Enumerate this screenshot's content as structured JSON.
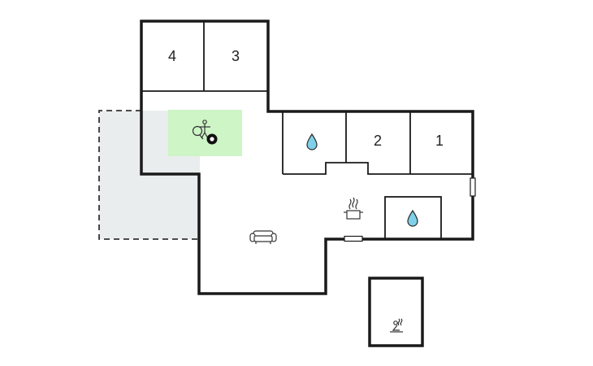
{
  "floorplan": {
    "rooms": [
      {
        "id": "bedroom-4",
        "label": "4"
      },
      {
        "id": "bedroom-3",
        "label": "3"
      },
      {
        "id": "bedroom-2",
        "label": "2"
      },
      {
        "id": "bedroom-1",
        "label": "1"
      }
    ],
    "icons": {
      "activity_room": [
        "table-tennis-icon",
        "billiard-ball-icon"
      ],
      "bathroom_1": "water-drop-icon",
      "bathroom_2": "water-drop-icon",
      "kitchen": "cooking-pot-icon",
      "living_room": "sofa-icon",
      "annex": "sauna-icon"
    },
    "colors": {
      "activity_highlight": "#cdf5c6",
      "terrace_fill": "#e9eded",
      "wall": "#1a1a1a"
    }
  }
}
